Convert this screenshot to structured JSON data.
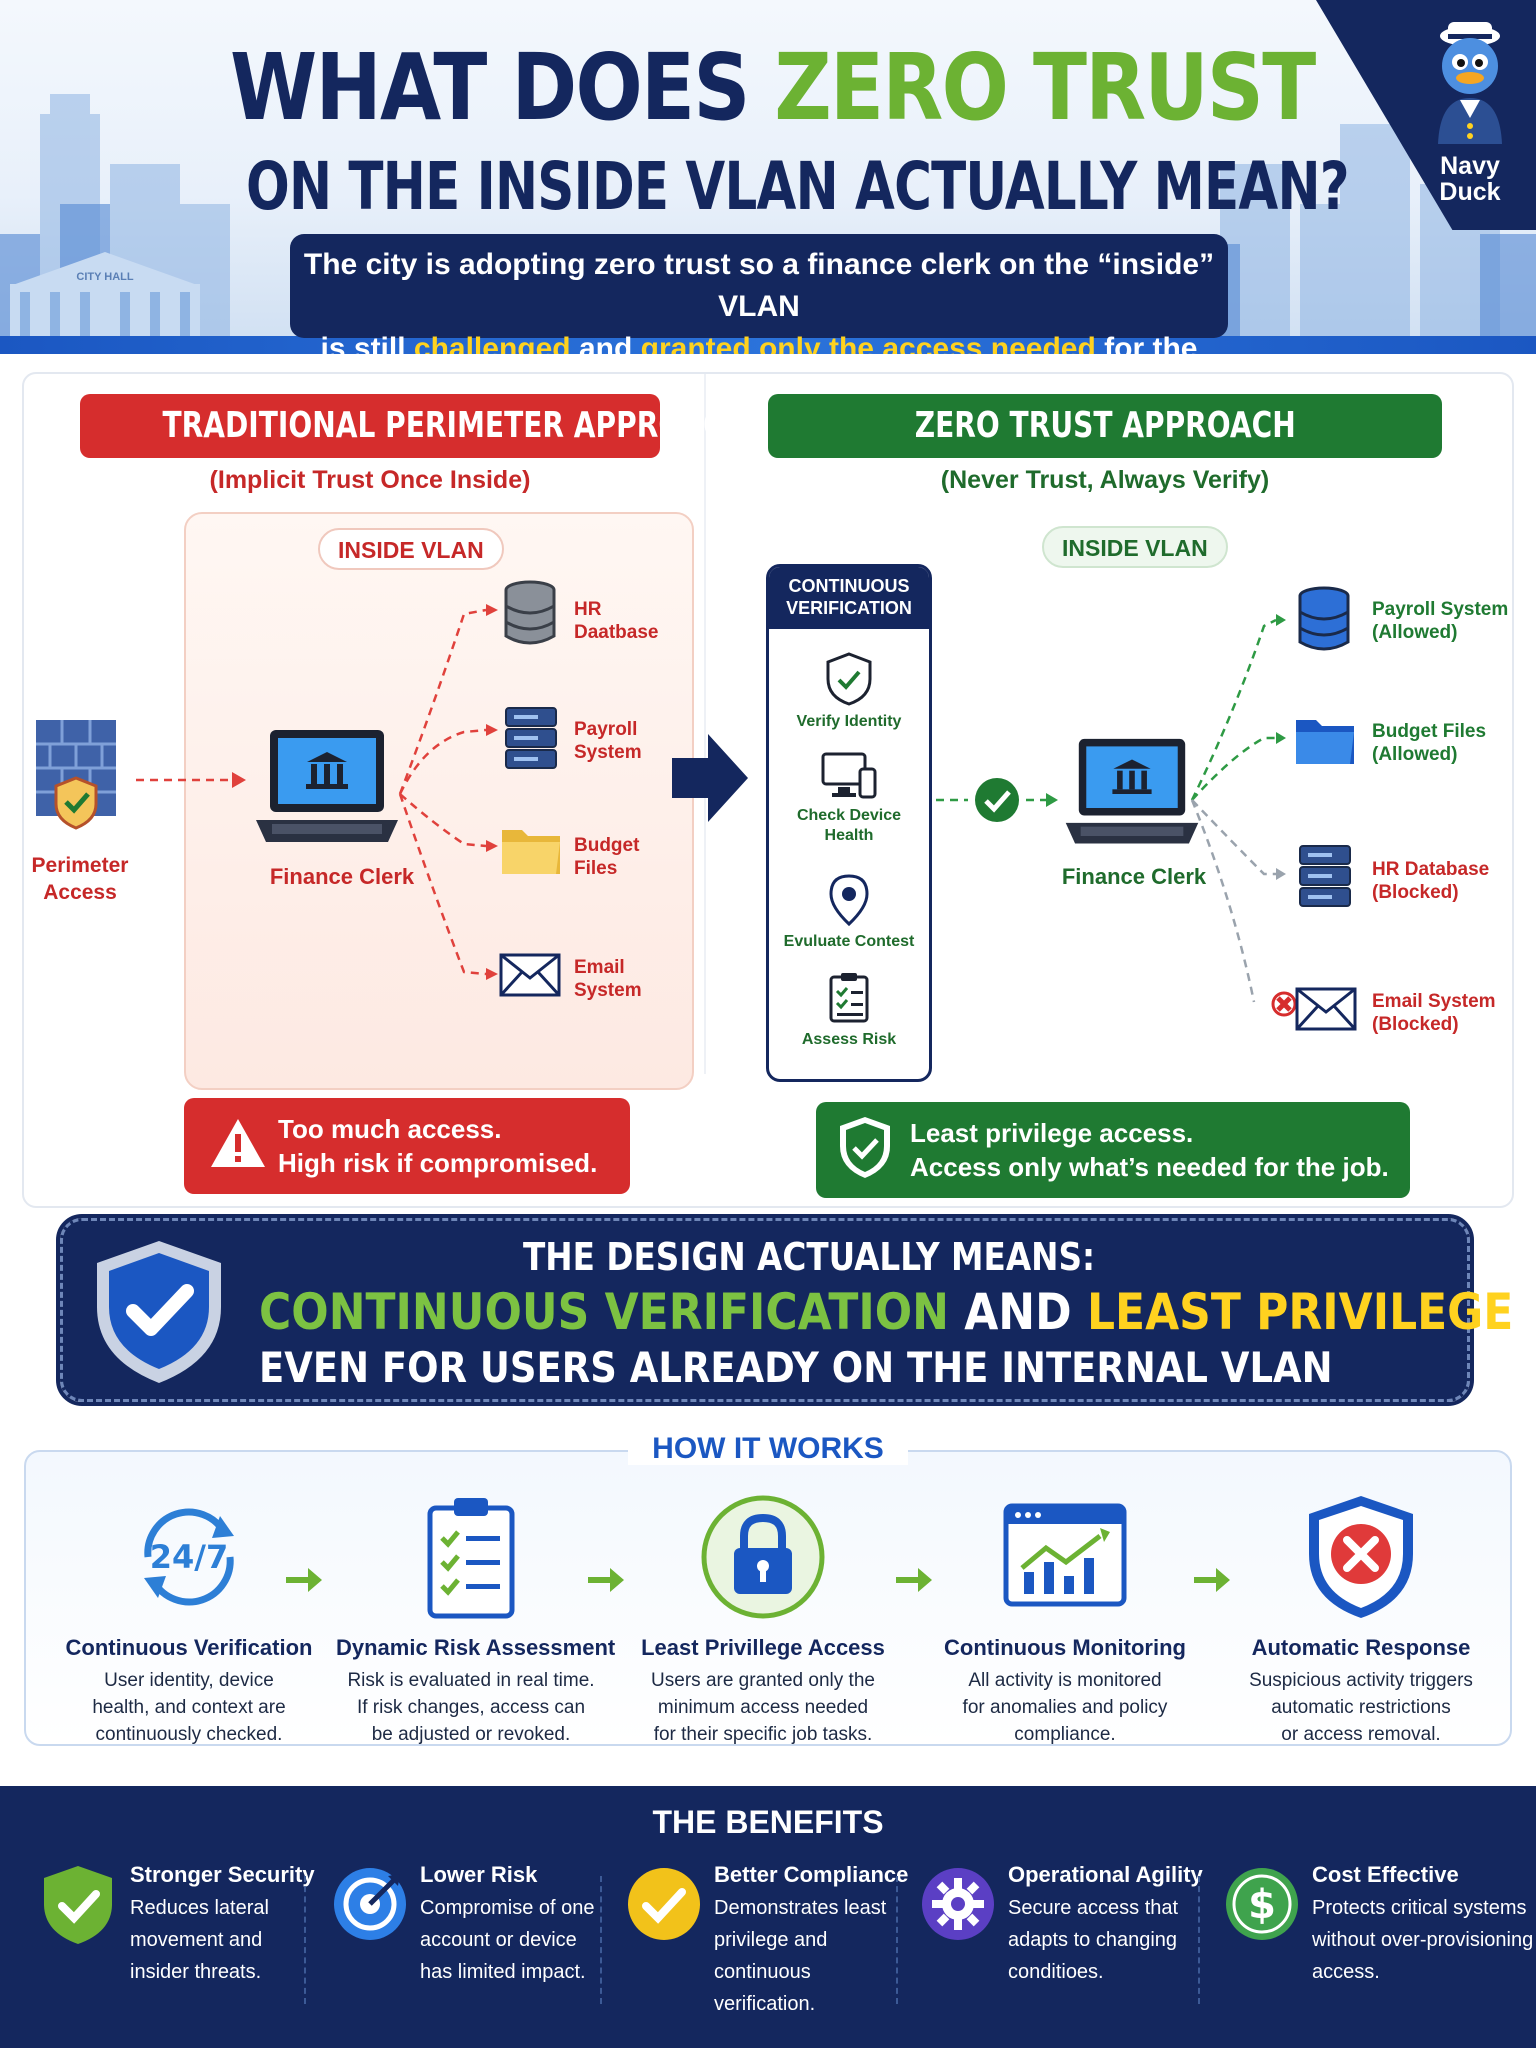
{
  "header": {
    "title_part1": "WHAT DOES ",
    "title_highlight": "ZERO TRUST",
    "title_line2": "ON THE INSIDE VLAN ACTUALLY MEAN?",
    "subtitle_line1": "The city is adopting zero trust so a finance clerk on the “inside” VLAN",
    "subtitle_is_still": "is still ",
    "subtitle_hl1": "challenged",
    "subtitle_and": " and ",
    "subtitle_hl2": "granted only the access needed",
    "subtitle_end": " for the job.",
    "building_sign": "CITY HALL",
    "logo_label_1": "Navy",
    "logo_label_2": "Duck"
  },
  "traditional": {
    "title": "TRADITIONAL PERIMETER APPROACH",
    "subtitle": "(Implicit Trust Once Inside)",
    "vlan_label": "INSIDE VLAN",
    "perimeter_label_1": "Perimeter",
    "perimeter_label_2": "Access",
    "clerk_label": "Finance Clerk",
    "resources": [
      {
        "line1": "HR",
        "line2": "Daatbase"
      },
      {
        "line1": "Payroll",
        "line2": "System"
      },
      {
        "line1": "Budget",
        "line2": "Files"
      },
      {
        "line1": "Email",
        "line2": "System"
      }
    ],
    "warning_line1": "Too much access.",
    "warning_line2": "High risk if compromised."
  },
  "zero_trust": {
    "title": "ZERO TRUST APPROACH",
    "subtitle": "(Never Trust, Always Verify)",
    "vlan_label": "INSIDE VLAN",
    "cv_title_1": "CONTINUOUS",
    "cv_title_2": "VERIFICATION",
    "cv_steps": [
      {
        "line1": "Verify Identity",
        "line2": ""
      },
      {
        "line1": "Check Device",
        "line2": "Health"
      },
      {
        "line1": "Evuluate Contest",
        "line2": ""
      },
      {
        "line1": "Assess Risk",
        "line2": ""
      }
    ],
    "clerk_label": "Finance Clerk",
    "resources": [
      {
        "line1": "Payroll System",
        "line2": "(Allowed)",
        "status": "allowed"
      },
      {
        "line1": "Budget Files",
        "line2": "(Allowed)",
        "status": "allowed"
      },
      {
        "line1": "HR Database",
        "line2": "(Blocked)",
        "status": "blocked"
      },
      {
        "line1": "Email System",
        "line2": "(Blocked)",
        "status": "blocked"
      }
    ],
    "banner_line1": "Least privilege access.",
    "banner_line2": "Access only what’s needed for the job."
  },
  "design": {
    "line1": "THE DESIGN ACTUALLY MEANS:",
    "line2_green": "CONTINUOUS VERIFICATION",
    "line2_and": " AND ",
    "line2_yellow": "LEAST PRIVILEGE",
    "line3": "EVEN FOR USERS ALREADY ON THE INTERNAL VLAN"
  },
  "how_it_works": {
    "title": "HOW IT WORKS",
    "icon_text_247": "24/7",
    "items": [
      {
        "title": "Continuous Verification",
        "l1": "User identity, device",
        "l2": "health, and context are",
        "l3": "continuously checked."
      },
      {
        "title": "Dynamic Risk Assessment",
        "l1": "Risk is evaluated in real time.",
        "l2": "If risk changes, access can",
        "l3": "be adjusted or revoked."
      },
      {
        "title": "Least Privillege Access",
        "l1": "Users are granted only the",
        "l2": "minimum access needed",
        "l3": "for their specific job tasks."
      },
      {
        "title": "Continuous Monitoring",
        "l1": "All activity is monitored",
        "l2": "for anomalies and policy",
        "l3": "compliance."
      },
      {
        "title": "Automatic Response",
        "l1": "Suspicious activity triggers",
        "l2": "automatic restrictions",
        "l3": "or access removal."
      }
    ]
  },
  "benefits": {
    "title": "THE BENEFITS",
    "items": [
      {
        "title": "Stronger Security",
        "l1": "Reduces lateral",
        "l2": "movement and",
        "l3": "insider threats."
      },
      {
        "title": "Lower Risk",
        "l1": "Compromise of one",
        "l2": "account or device",
        "l3": "has limited impact."
      },
      {
        "title": "Better Compliance",
        "l1": "Demonstrates least",
        "l2": "privilege and continuous",
        "l3": "verification."
      },
      {
        "title": "Operational Agility",
        "l1": "Secure access that",
        "l2": "adapts to changing",
        "l3": "conditioes."
      },
      {
        "title": "Cost Effective",
        "l1": "Protects critical systems",
        "l2": "without over-provisioning",
        "l3": "access."
      }
    ]
  },
  "colors": {
    "navy": "#14275e",
    "red": "#d62d2d",
    "green": "#1f7a32",
    "lime": "#6cb233",
    "yellow": "#ffd21f",
    "blue": "#1b57c2"
  }
}
